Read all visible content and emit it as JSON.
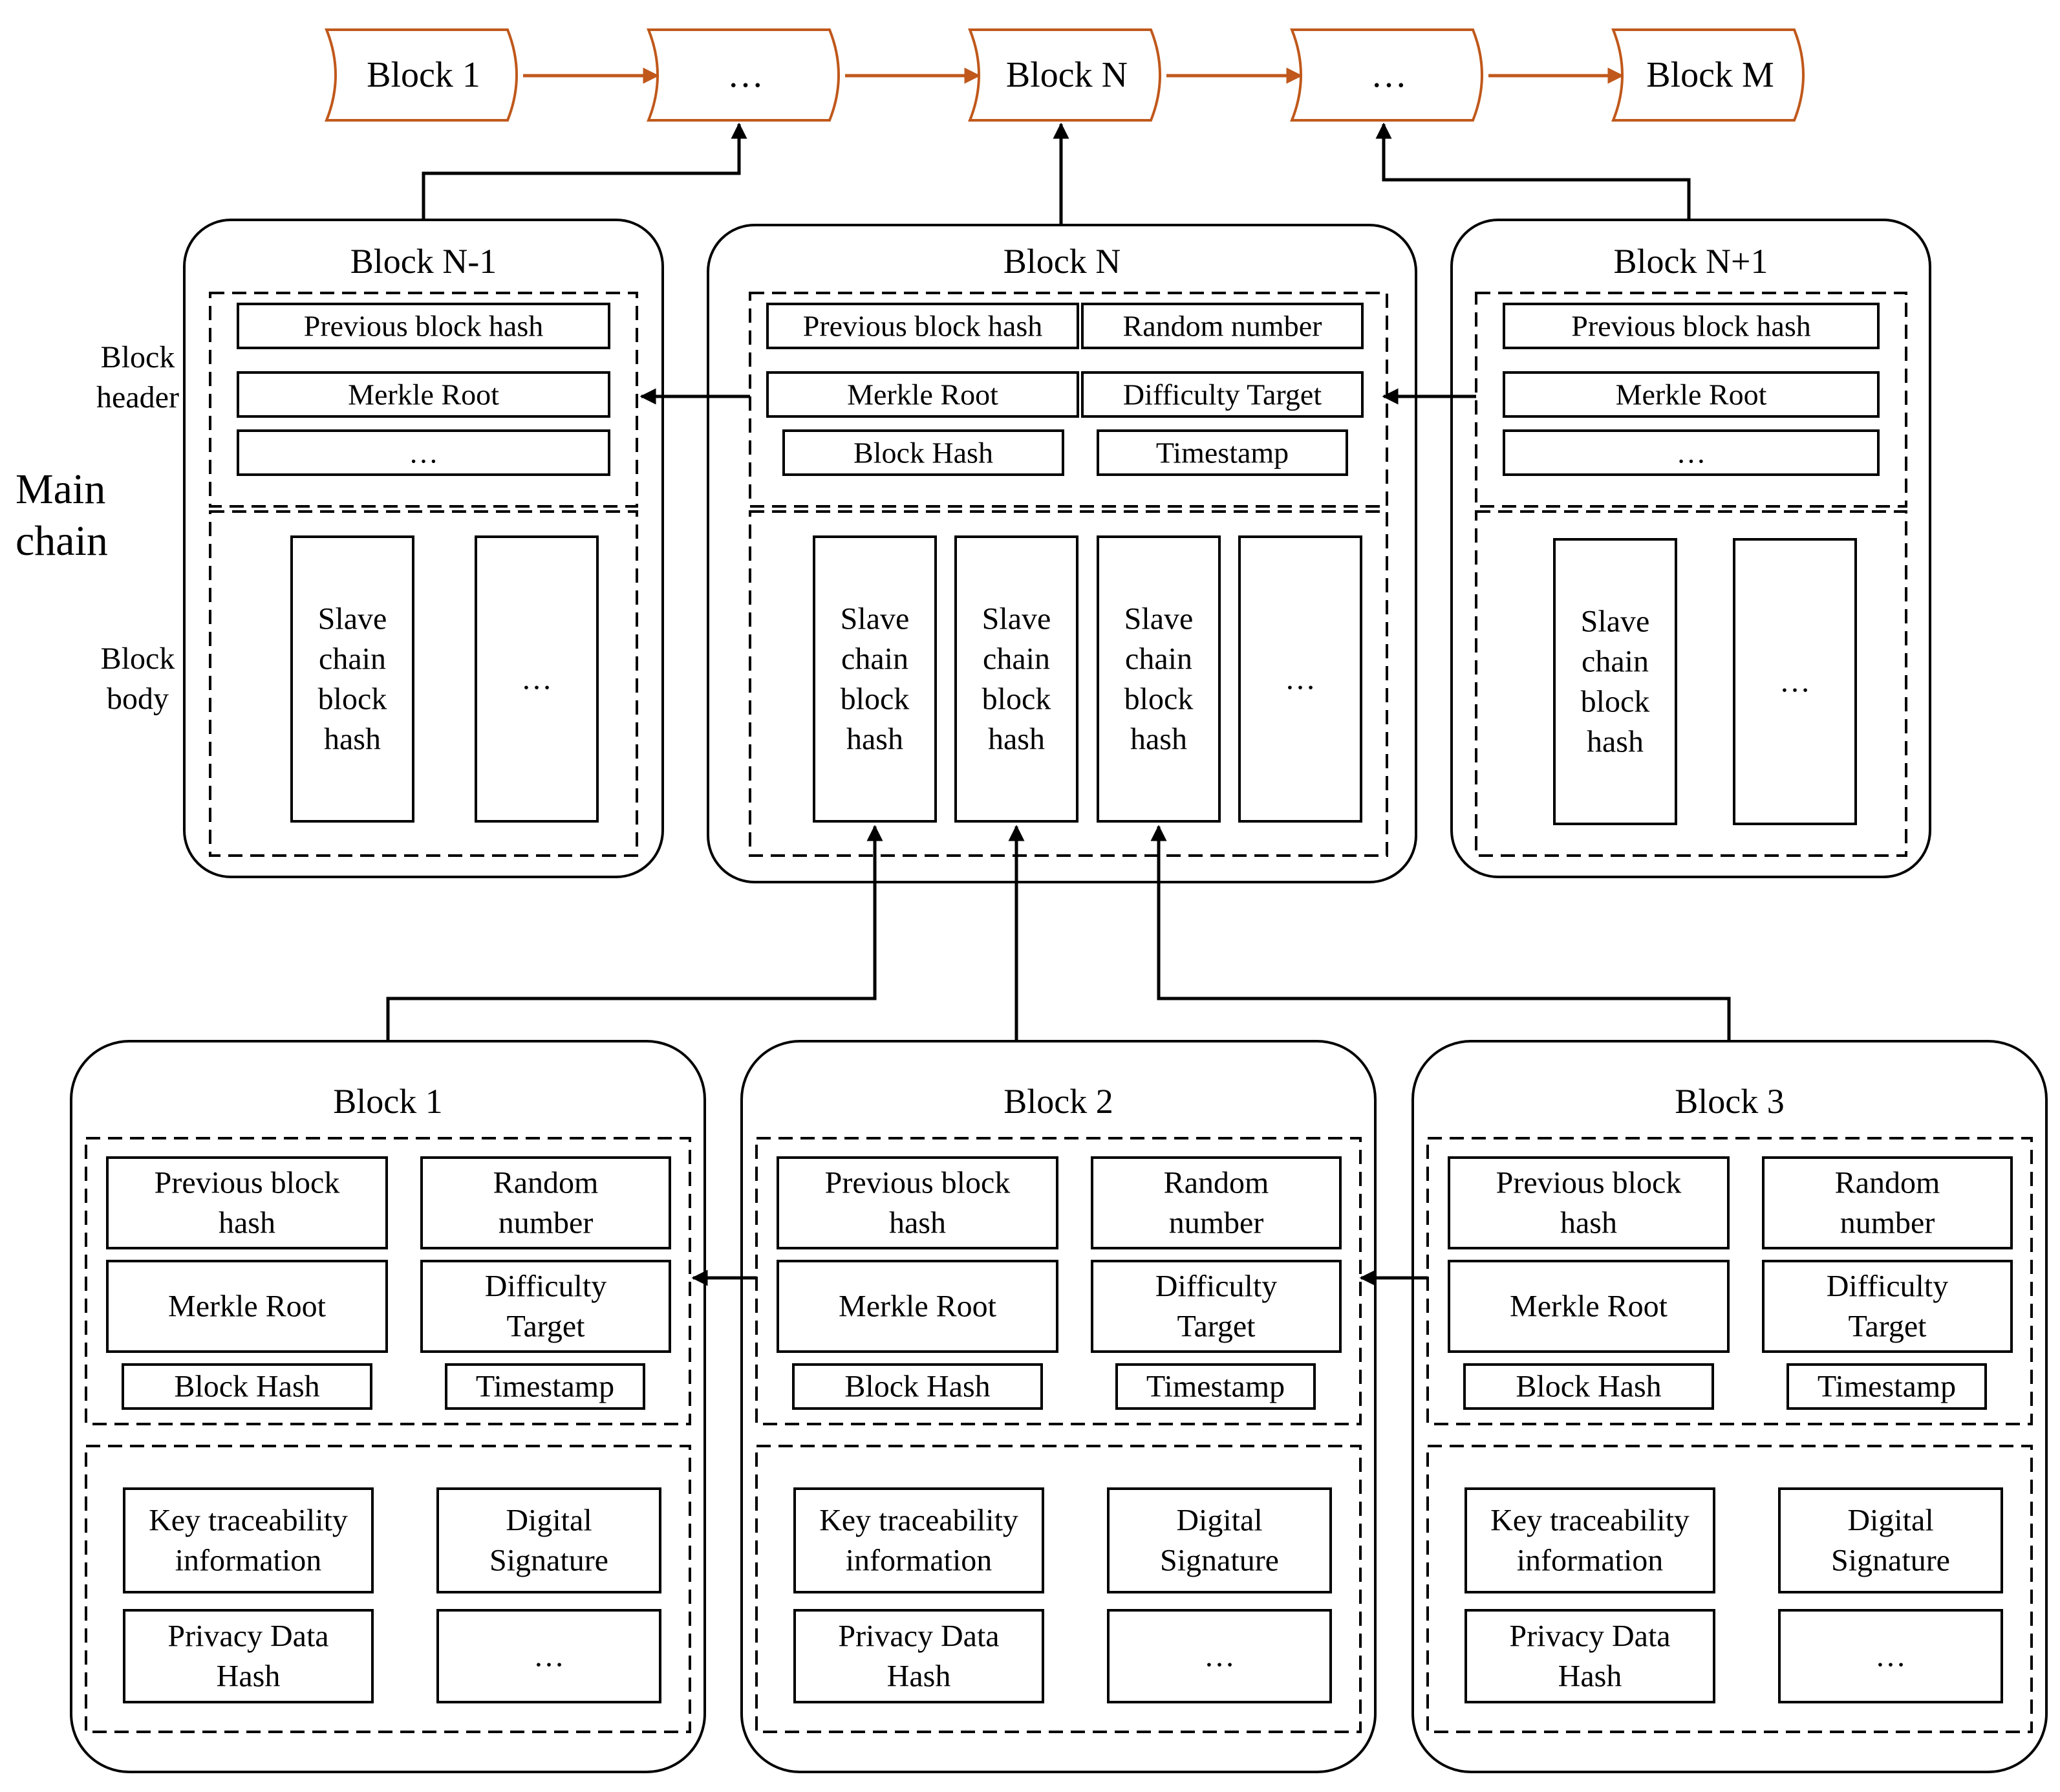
{
  "colors": {
    "chain_accent": "#C0581B",
    "line": "#000000",
    "background": "#FFFFFF"
  },
  "top_chain": {
    "blocks": [
      "Block 1",
      "…",
      "Block N",
      "…",
      "Block M"
    ]
  },
  "side_labels": {
    "main_chain": [
      "Main",
      "chain"
    ],
    "block_header": [
      "Block",
      "header"
    ],
    "block_body": [
      "Block",
      "body"
    ]
  },
  "main_blocks": [
    {
      "title": "Block N-1",
      "header_fields": [
        "Previous block hash",
        "Merkle Root",
        "…"
      ],
      "body_items": [
        [
          "Slave",
          "chain",
          "block",
          "hash"
        ],
        [
          "…"
        ]
      ]
    },
    {
      "title": "Block N",
      "header_fields": [
        "Previous block hash",
        "Random number",
        "Merkle Root",
        "Difficulty Target",
        "Block Hash",
        "Timestamp"
      ],
      "body_items": [
        [
          "Slave",
          "chain",
          "block",
          "hash"
        ],
        [
          "Slave",
          "chain",
          "block",
          "hash"
        ],
        [
          "Slave",
          "chain",
          "block",
          "hash"
        ],
        [
          "…"
        ]
      ]
    },
    {
      "title": "Block N+1",
      "header_fields": [
        "Previous block hash",
        "Merkle Root",
        "…"
      ],
      "body_items": [
        [
          "Slave",
          "chain",
          "block",
          "hash"
        ],
        [
          "…"
        ]
      ]
    }
  ],
  "slave_blocks": [
    {
      "title": "Block 1",
      "header_fields": [
        [
          "Previous block",
          "hash"
        ],
        [
          "Random",
          "number"
        ],
        [
          "Merkle Root"
        ],
        [
          "Difficulty",
          "Target"
        ],
        [
          "Block Hash"
        ],
        [
          "Timestamp"
        ]
      ],
      "body_fields": [
        [
          "Key traceability",
          "information"
        ],
        [
          "Digital",
          "Signature"
        ],
        [
          "Privacy Data",
          "Hash"
        ],
        [
          "…"
        ]
      ]
    },
    {
      "title": "Block 2",
      "header_fields": [
        [
          "Previous block",
          "hash"
        ],
        [
          "Random",
          "number"
        ],
        [
          "Merkle Root"
        ],
        [
          "Difficulty",
          "Target"
        ],
        [
          "Block Hash"
        ],
        [
          "Timestamp"
        ]
      ],
      "body_fields": [
        [
          "Key traceability",
          "information"
        ],
        [
          "Digital",
          "Signature"
        ],
        [
          "Privacy Data",
          "Hash"
        ],
        [
          "…"
        ]
      ]
    },
    {
      "title": "Block 3",
      "header_fields": [
        [
          "Previous block",
          "hash"
        ],
        [
          "Random",
          "number"
        ],
        [
          "Merkle Root"
        ],
        [
          "Difficulty",
          "Target"
        ],
        [
          "Block Hash"
        ],
        [
          "Timestamp"
        ]
      ],
      "body_fields": [
        [
          "Key traceability",
          "information"
        ],
        [
          "Digital",
          "Signature"
        ],
        [
          "Privacy Data",
          "Hash"
        ],
        [
          "…"
        ]
      ]
    }
  ]
}
